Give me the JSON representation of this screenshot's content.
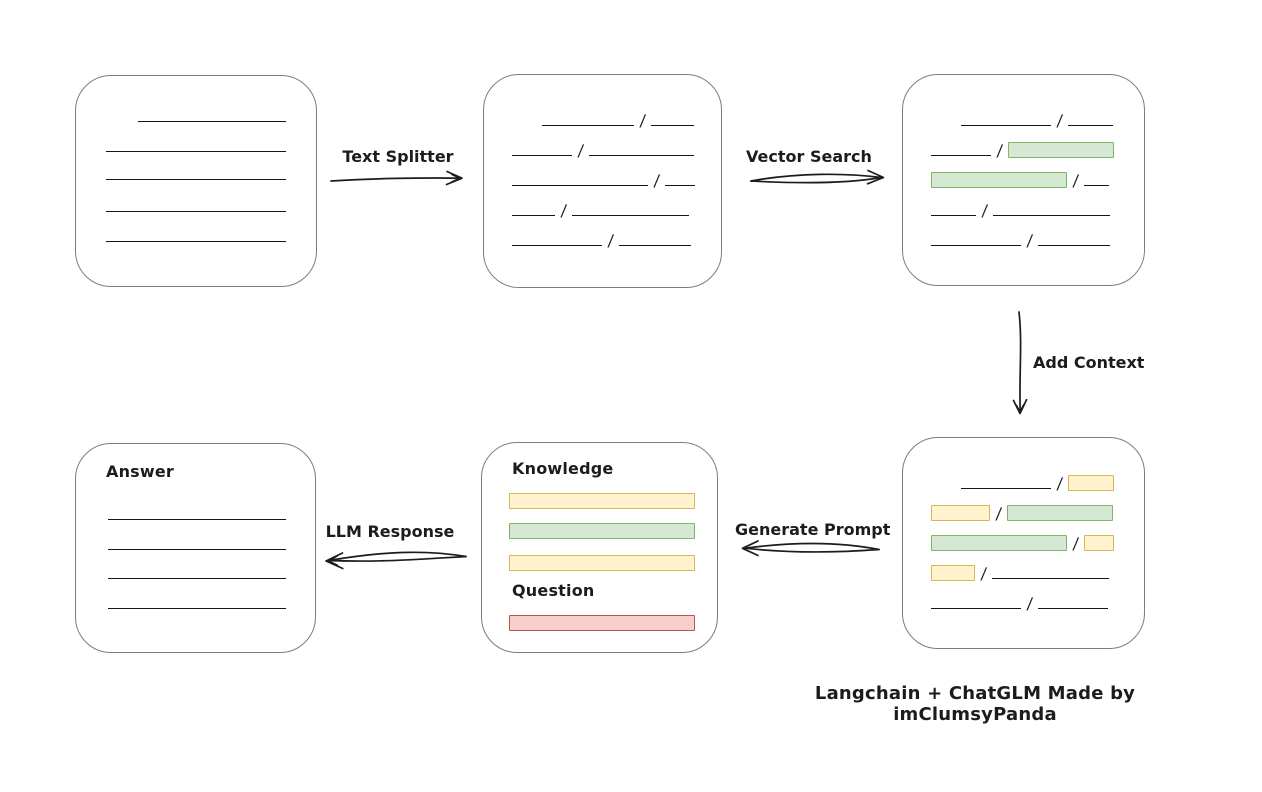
{
  "diagram": {
    "caption": "Langchain + ChatGLM Made by imClumsyPanda",
    "separator": "/",
    "arrows": {
      "text_splitter": "Text Splitter",
      "vector_search": "Vector Search",
      "add_context": "Add Context",
      "generate_prompt": "Generate Prompt",
      "llm_response": "LLM Response"
    },
    "prompt_box": {
      "knowledge_label": "Knowledge",
      "question_label": "Question"
    },
    "answer_box": {
      "title": "Answer"
    },
    "colors": {
      "green_fill": "#d5e8d4",
      "green_border": "#82b366",
      "yellow_fill": "#fff2cc",
      "yellow_border": "#d6b656",
      "red_fill": "#f8cecc",
      "red_border": "#b85450",
      "ink": "#1c1c1c",
      "box_border": "#7d7d7d"
    }
  }
}
